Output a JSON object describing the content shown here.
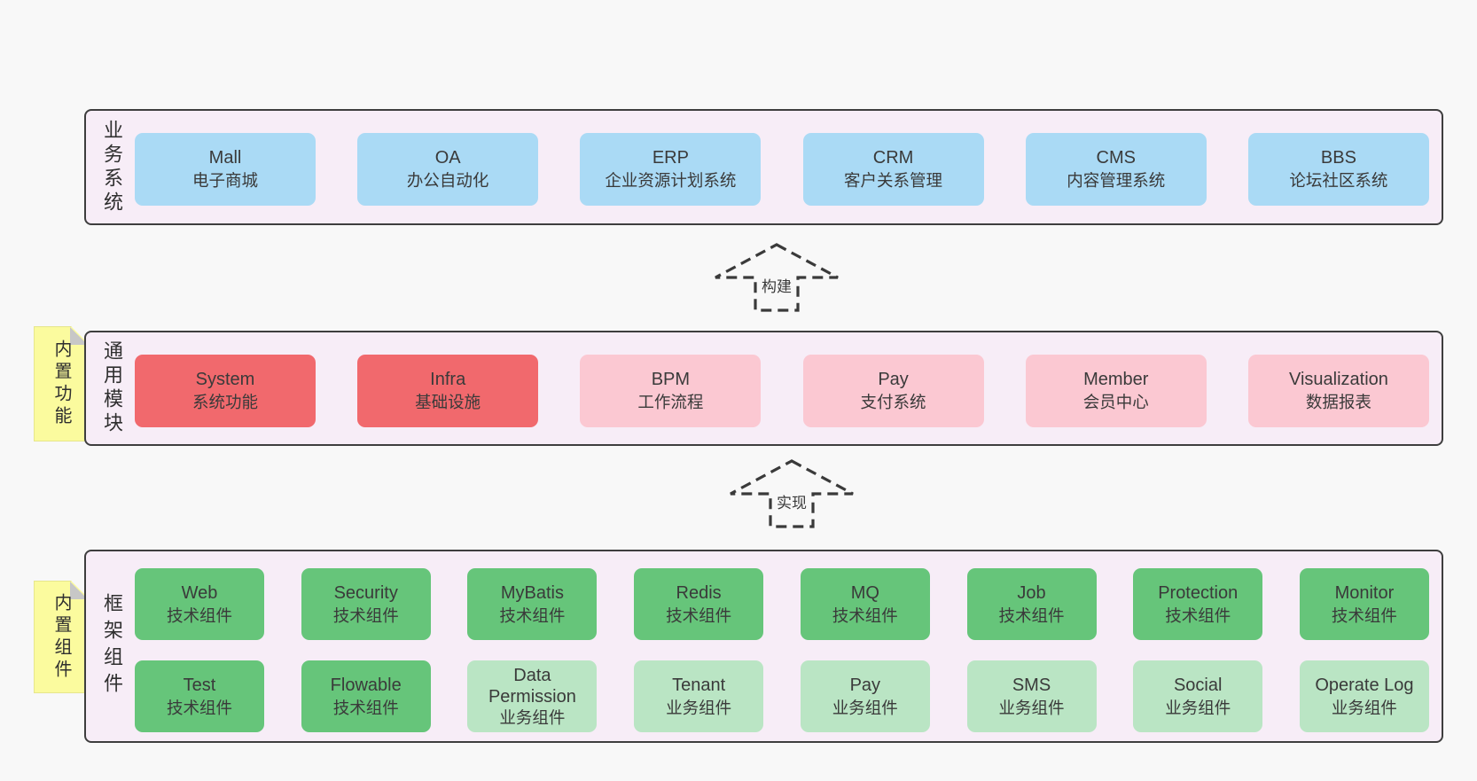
{
  "layers": {
    "business": {
      "label": "业务系统",
      "boxes": [
        {
          "name": "Mall",
          "subtitle": "电子商城"
        },
        {
          "name": "OA",
          "subtitle": "办公自动化"
        },
        {
          "name": "ERP",
          "subtitle": "企业资源计划系统"
        },
        {
          "name": "CRM",
          "subtitle": "客户关系管理"
        },
        {
          "name": "CMS",
          "subtitle": "内容管理系统"
        },
        {
          "name": "BBS",
          "subtitle": "论坛社区系统"
        }
      ]
    },
    "modules": {
      "label": "通用模块",
      "sticky": "内置功能",
      "boxes": [
        {
          "name": "System",
          "subtitle": "系统功能"
        },
        {
          "name": "Infra",
          "subtitle": "基础设施"
        },
        {
          "name": "BPM",
          "subtitle": "工作流程"
        },
        {
          "name": "Pay",
          "subtitle": "支付系统"
        },
        {
          "name": "Member",
          "subtitle": "会员中心"
        },
        {
          "name": "Visualization",
          "subtitle": "数据报表"
        }
      ]
    },
    "framework": {
      "label": "框架组件",
      "sticky": "内置组件",
      "row1": [
        {
          "name": "Web",
          "subtitle": "技术组件"
        },
        {
          "name": "Security",
          "subtitle": "技术组件"
        },
        {
          "name": "MyBatis",
          "subtitle": "技术组件"
        },
        {
          "name": "Redis",
          "subtitle": "技术组件"
        },
        {
          "name": "MQ",
          "subtitle": "技术组件"
        },
        {
          "name": "Job",
          "subtitle": "技术组件"
        },
        {
          "name": "Protection",
          "subtitle": "技术组件"
        },
        {
          "name": "Monitor",
          "subtitle": "技术组件"
        }
      ],
      "row2": [
        {
          "name": "Test",
          "subtitle": "技术组件"
        },
        {
          "name": "Flowable",
          "subtitle": "技术组件"
        },
        {
          "name": "Data Permission",
          "subtitle": "业务组件"
        },
        {
          "name": "Tenant",
          "subtitle": "业务组件"
        },
        {
          "name": "Pay",
          "subtitle": "业务组件"
        },
        {
          "name": "SMS",
          "subtitle": "业务组件"
        },
        {
          "name": "Social",
          "subtitle": "业务组件"
        },
        {
          "name": "Operate Log",
          "subtitle": "业务组件"
        }
      ]
    }
  },
  "arrows": {
    "build": {
      "label": "构建"
    },
    "implement": {
      "label": "实现"
    }
  },
  "colors": {
    "background": "#F8F8F8",
    "panel_bg": "#F7EDF7",
    "panel_border": "#3E3E3E",
    "business_box_blue": "#AADAF5",
    "core_module_red": "#F1696D",
    "module_pink": "#FBC8D2",
    "tech_component_green": "#66C57A",
    "biz_component_light_green": "#BAE5C4",
    "sticky_yellow": "#FBFB9E"
  }
}
